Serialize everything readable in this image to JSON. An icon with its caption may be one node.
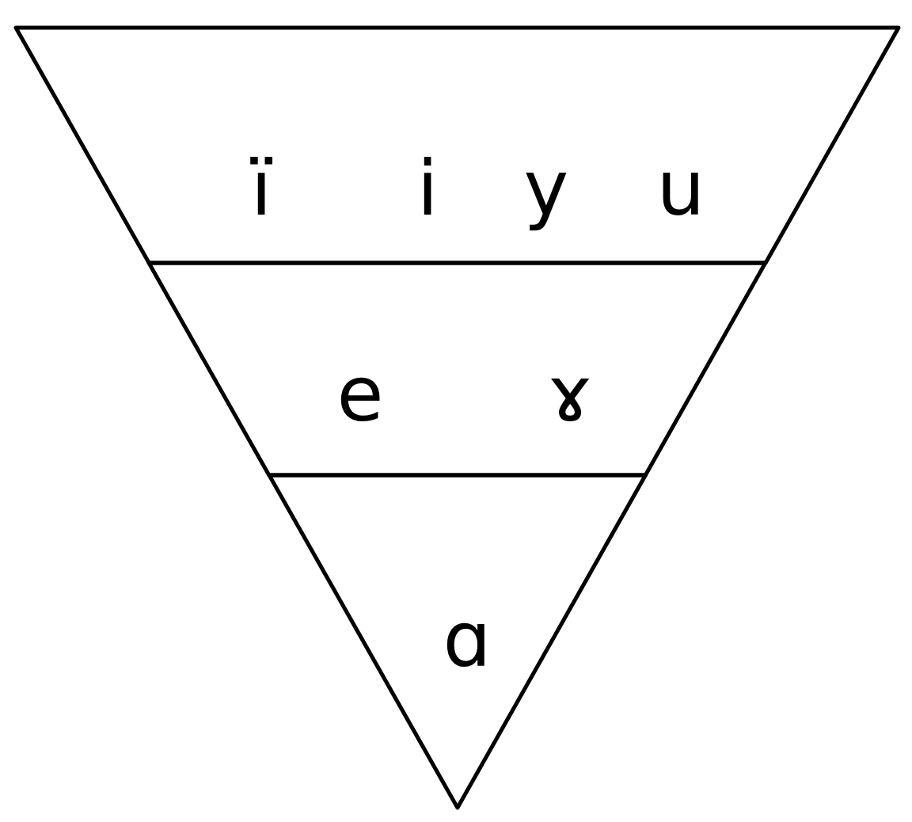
{
  "diagram": {
    "nodes": [
      {
        "text": [
          "ï",
          "i",
          "y",
          "u"
        ]
      },
      {
        "text": [
          "e",
          "ɤ"
        ]
      },
      {
        "text": [
          "ɑ"
        ]
      }
    ]
  }
}
